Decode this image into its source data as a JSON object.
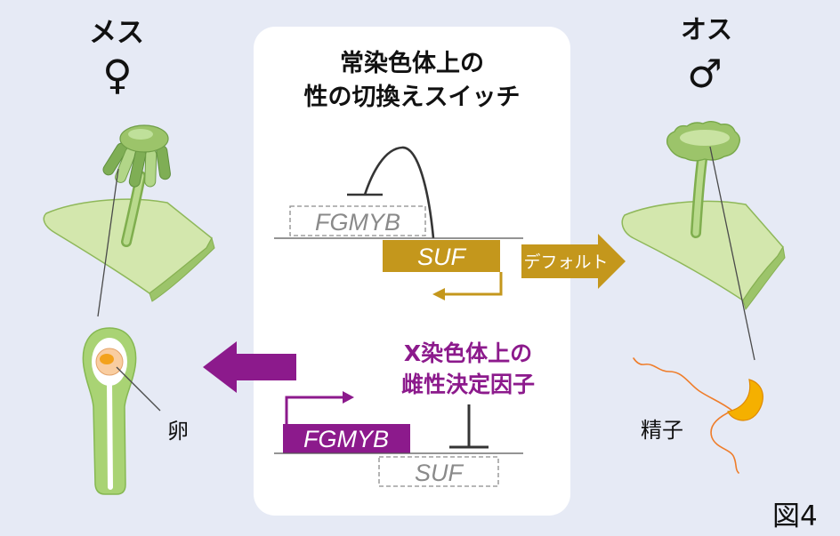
{
  "figure_label": "図4",
  "female": {
    "label": "メス",
    "symbol": "♀",
    "egg_label": "卵"
  },
  "male": {
    "label": "オス",
    "symbol": "♂",
    "sperm_label": "精子"
  },
  "autosomal_switch": {
    "title_line1": "常染色体上の",
    "title_line2": "性の切換えスイッチ",
    "fgmyb_label": "FGMYB",
    "suf_label": "SUF",
    "default_label": "デフォルト"
  },
  "x_chromosome_factor": {
    "title_line1": "X染色体上の",
    "title_line2": "雌性決定因子",
    "fgmyb_label": "FGMYB",
    "suf_label": "SUF"
  },
  "colors": {
    "background": "#e6eaf5",
    "panel": "#ffffff",
    "gold": "#c4971c",
    "purple": "#8c1a8c",
    "plant_green": "#9cc46a",
    "egg": "#f9cda0",
    "sperm_body": "#f5b000",
    "flagellum": "#ef7d2a"
  }
}
